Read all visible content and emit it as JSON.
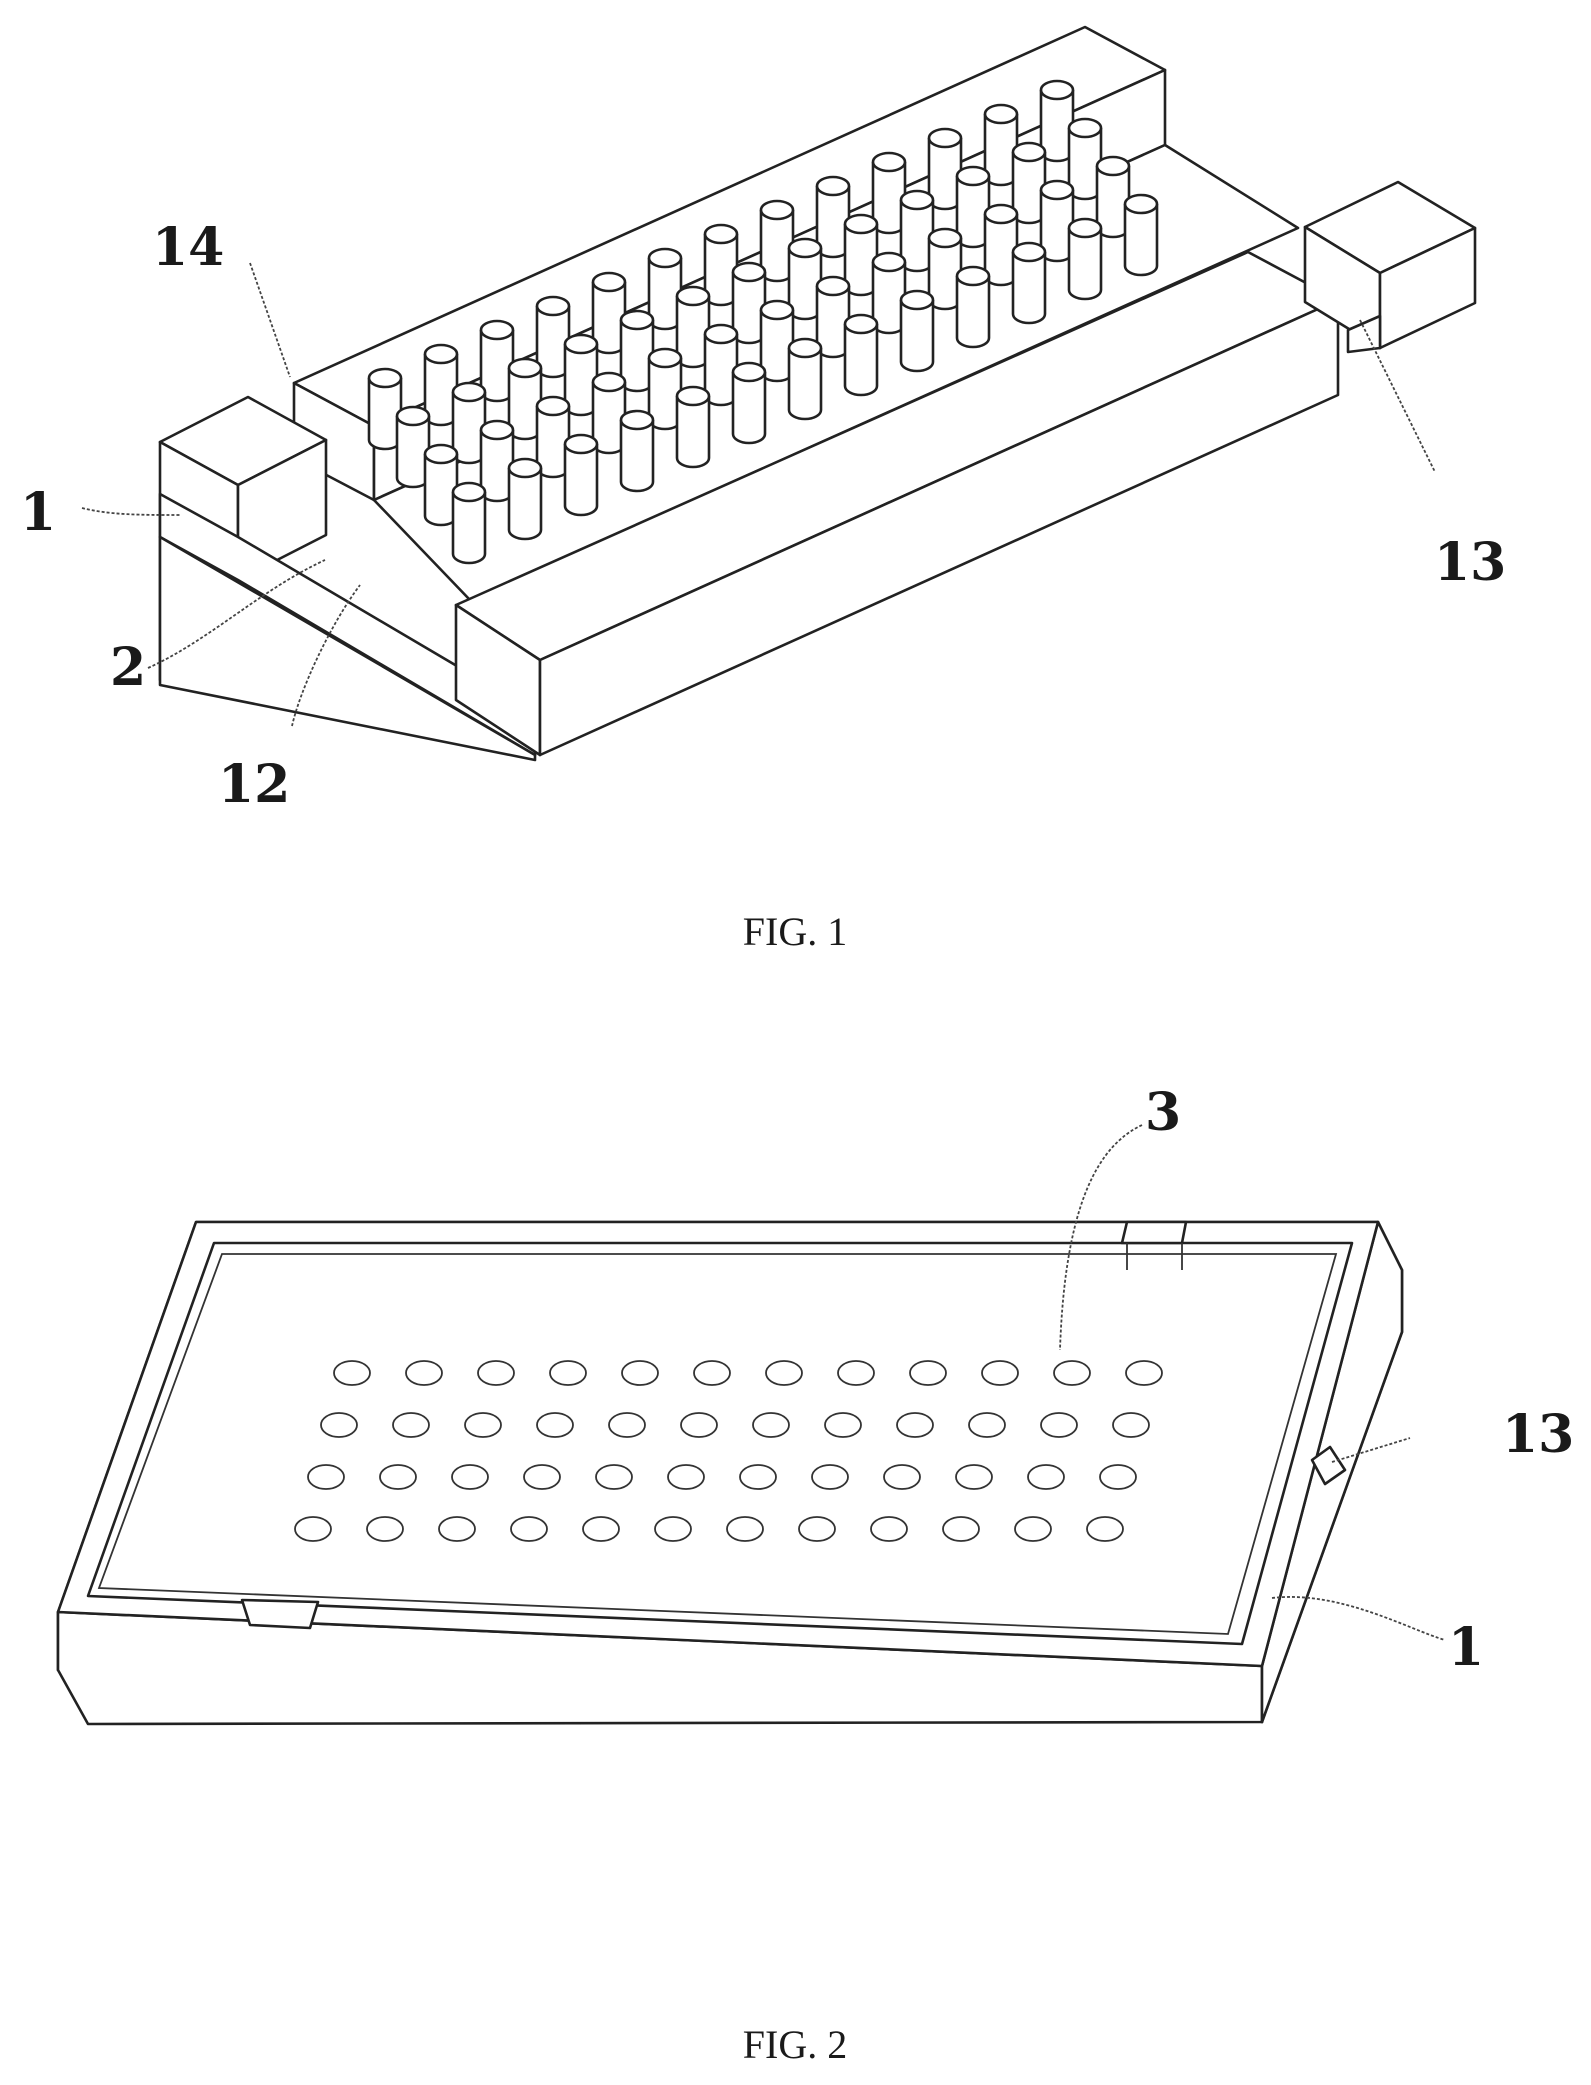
{
  "figures": [
    {
      "id": "fig1",
      "caption": "FIG. 1",
      "labels": {
        "l1": "1",
        "l2": "2",
        "l12": "12",
        "l14": "14",
        "l13": "13"
      },
      "pillar_rows": 4,
      "pillar_cols": 13
    },
    {
      "id": "fig2",
      "caption": "FIG. 2",
      "labels": {
        "l3": "3",
        "l13": "13",
        "l1": "1"
      },
      "hole_rows": 4,
      "hole_cols": 12
    }
  ]
}
